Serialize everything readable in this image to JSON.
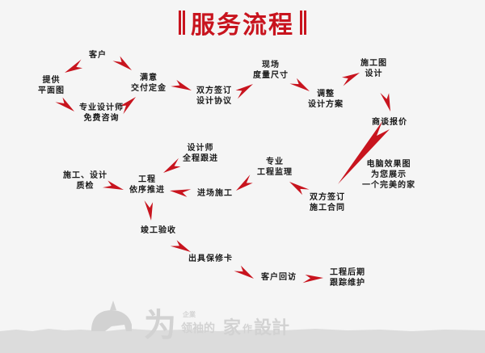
{
  "title": "服务流程",
  "colors": {
    "accent": "#c8141e",
    "text": "#1a1a1a",
    "background": "#f5f5f5",
    "watermark": "#d2d2d2"
  },
  "nodes": {
    "customer": {
      "l1": "客户"
    },
    "floor_plan": {
      "l1": "提供",
      "l2": "平面图"
    },
    "consult": {
      "l1": "专业设计师",
      "l2": "免费咨询"
    },
    "deposit": {
      "l1": "满意",
      "l2": "交付定金"
    },
    "design_agreement": {
      "l1": "双方签订",
      "l2": "设计协议"
    },
    "measure": {
      "l1": "现场",
      "l2": "度量尺寸"
    },
    "adjust": {
      "l1": "调整",
      "l2": "设计方案"
    },
    "construction_drawing": {
      "l1": "施工图",
      "l2": "设计"
    },
    "quote": {
      "l1": "商谈报价"
    },
    "rendering": {
      "l1": "电脑效果图",
      "l2": "为您展示",
      "l3": "一个完美的家"
    },
    "contract": {
      "l1": "双方签订",
      "l2": "施工合同"
    },
    "supervision": {
      "l1": "专业",
      "l2": "工程监理"
    },
    "enter_site": {
      "l1": "进场施工"
    },
    "designer_follow": {
      "l1": "设计师",
      "l2": "全程跟进"
    },
    "quality_check": {
      "l1": "施工、设计",
      "l2": "质检"
    },
    "progress": {
      "l1": "工程",
      "l2": "依序推进"
    },
    "acceptance": {
      "l1": "竣工验收"
    },
    "warranty": {
      "l1": "出具保修卡"
    },
    "revisit": {
      "l1": "客户回访"
    },
    "maintenance": {
      "l1": "工程后期",
      "l2": "跟踪维护"
    }
  },
  "watermark": {
    "big_char": "为",
    "small_top": "企業",
    "line": "领袖的",
    "home": "家",
    "zuo": "作",
    "design": "設計"
  }
}
